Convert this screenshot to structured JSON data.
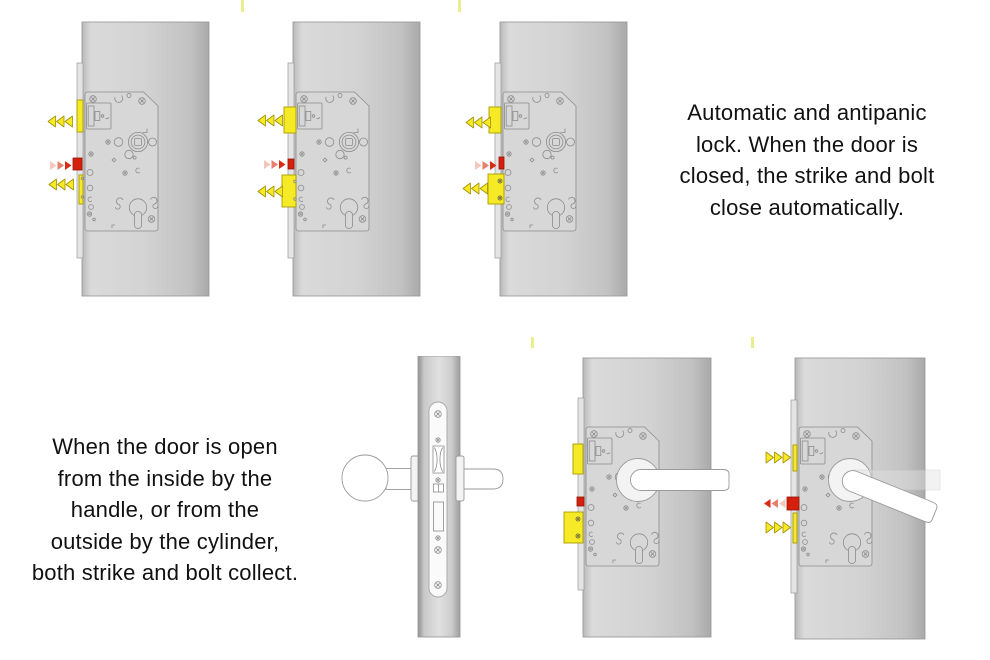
{
  "captions": {
    "top": {
      "lines": [
        "Automatic and antipanic",
        "lock. When the door is",
        "closed, the strike and bolt",
        "close automatically."
      ]
    },
    "bottom": {
      "lines": [
        "When the door is open",
        "from the inside by the",
        "handle, or from the",
        "outside by the cylinder,",
        "both strike and bolt collect."
      ]
    }
  },
  "figures": {
    "top_row": [
      {
        "name": "lock-door-closed-stage-1"
      },
      {
        "name": "lock-door-closed-stage-2"
      },
      {
        "name": "lock-door-closed-stage-3"
      }
    ],
    "bottom_row": [
      {
        "name": "mortise-lock-edge-view-knob-and-lever"
      },
      {
        "name": "lock-handle-at-rest-bolts-extended"
      },
      {
        "name": "lock-handle-pressed-bolts-retracted"
      }
    ]
  },
  "colors": {
    "strike_bolt_yellow": "#f6e926",
    "auxiliary_red": "#d6200d",
    "red_arrow_mid": "#e87f6e",
    "red_arrow_light": "#f4c6bc",
    "door_gray": "#d3d3d3",
    "outline_gray": "#8c8c8c",
    "text": "#111111",
    "tick_mark_yellow": "#e9ee8e"
  }
}
